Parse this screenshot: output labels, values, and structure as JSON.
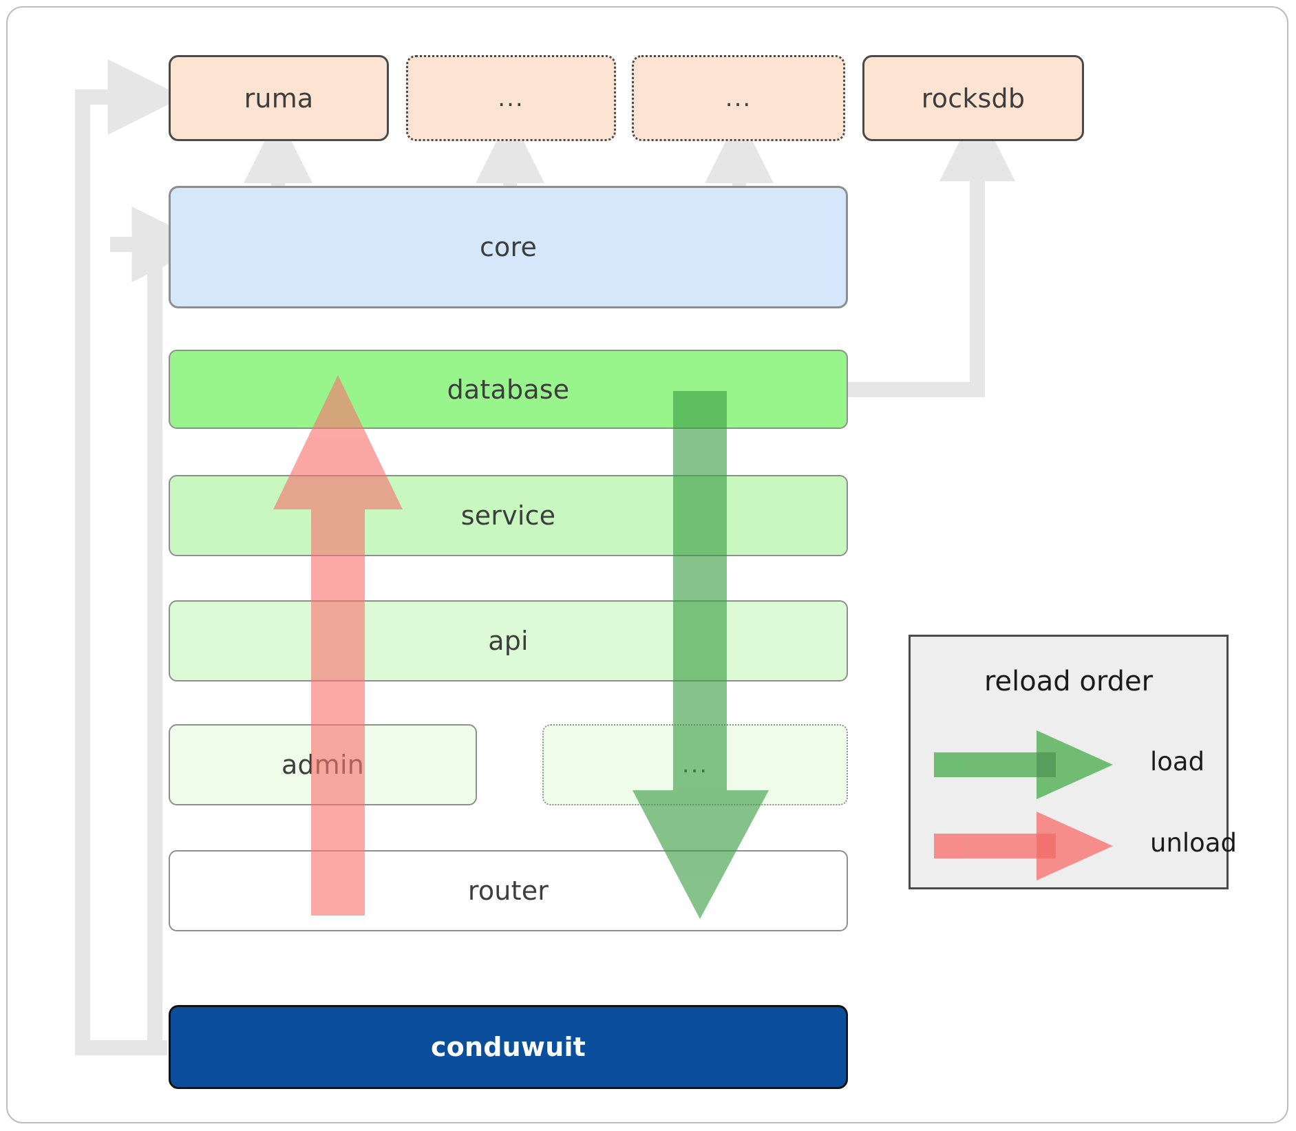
{
  "diagram": {
    "title": "conduwuit crate dependency / reload order",
    "colors": {
      "external_fill": "#fde3d2",
      "core_fill": "#d6e6fb",
      "database_fill": "#98f58c",
      "service_fill": "#c8f7bf",
      "api_fill": "#ddfad6",
      "admin_fill": "#eefce9",
      "router_fill": "#ffffff",
      "root_fill": "#0b4f9c",
      "connector": "#e6e6e6",
      "load_arrow": "#4caf50",
      "unload_arrow": "#f8726f",
      "legend_bg": "#eeeeee"
    },
    "external_row": [
      {
        "label": "ruma",
        "style": "solid"
      },
      {
        "label": "...",
        "style": "dotted"
      },
      {
        "label": "...",
        "style": "dotted"
      },
      {
        "label": "rocksdb",
        "style": "solid"
      }
    ],
    "layers": [
      {
        "label": "core",
        "style": "solid"
      },
      {
        "label": "database",
        "style": "solid"
      },
      {
        "label": "service",
        "style": "solid"
      },
      {
        "label": "api",
        "style": "solid"
      },
      {
        "label": "admin",
        "style": "solid"
      },
      {
        "label": "...",
        "style": "dotted"
      },
      {
        "label": "router",
        "style": "solid"
      }
    ],
    "root": {
      "label": "conduwuit"
    }
  },
  "legend": {
    "title": "reload order",
    "items": [
      {
        "label": "load",
        "color": "#4caf50"
      },
      {
        "label": "unload",
        "color": "#f8726f"
      }
    ]
  }
}
